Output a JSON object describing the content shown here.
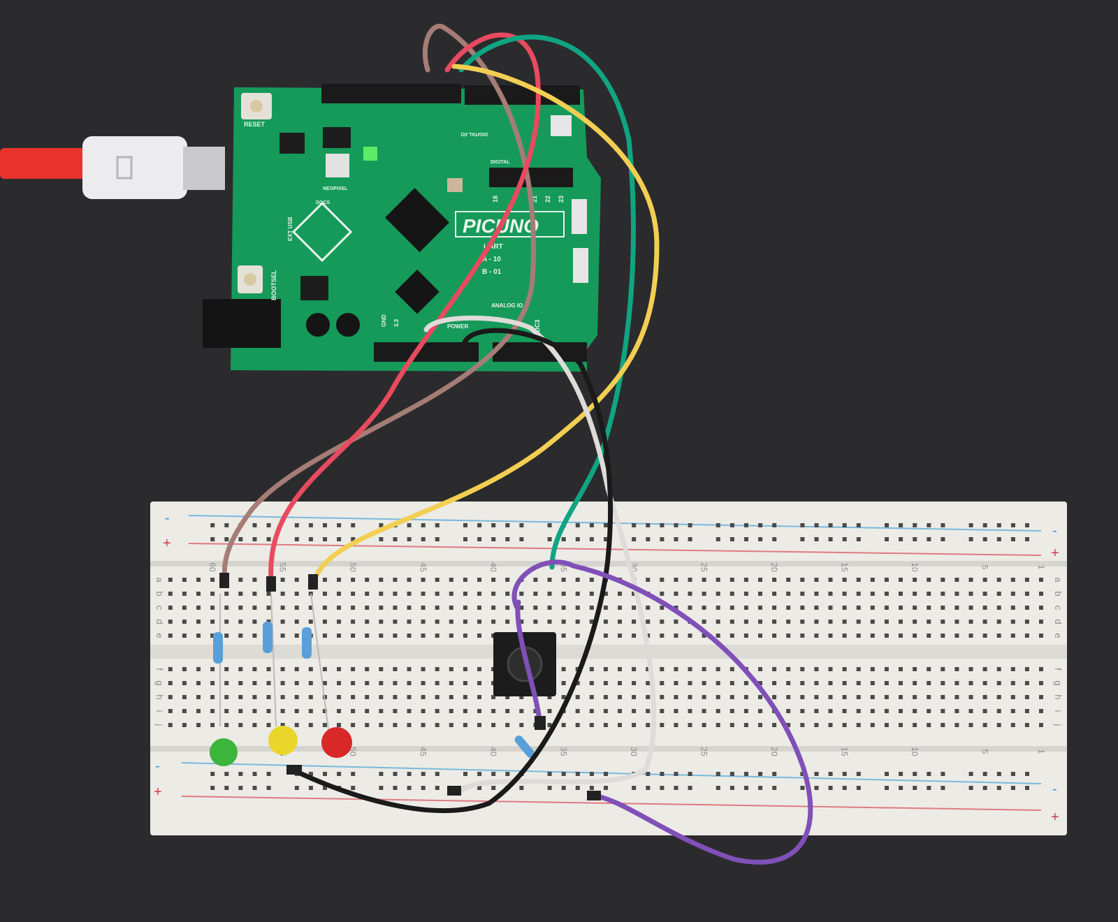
{
  "board": {
    "name": "PICUNO",
    "labels": {
      "reset": "RESET",
      "bootsel": "BOOTSEL",
      "neopixel": "NEOPIXEL",
      "digital_io": "DIGITAL I/O",
      "digital": "DIGITAL",
      "analog_io": "ANALOG IO",
      "power": "POWER",
      "gnd": "GND",
      "v33": "3.3",
      "adc3": "ADC3",
      "ext_usb": "EXT USB",
      "uart": "UART",
      "uart_a": "A - 10",
      "uart_b": "B - 01",
      "docs": "DOCS"
    },
    "pin_numbers": [
      "18",
      "21",
      "22",
      "23"
    ]
  },
  "breadboard": {
    "column_numbers": [
      "60",
      "55",
      "50",
      "45",
      "40",
      "35",
      "30",
      "25",
      "20",
      "15",
      "10",
      "5",
      "1"
    ],
    "rows_top": [
      "a",
      "b",
      "c",
      "d",
      "e"
    ],
    "rows_bottom": [
      "f",
      "g",
      "h",
      "i",
      "j"
    ],
    "rail_minus": "-",
    "rail_plus": "+"
  },
  "colors": {
    "background": "#2a2a2c",
    "pcb": "#159a5a",
    "breadboard": "#ecebe6",
    "wire_brown": "#a57d76",
    "wire_red": "#e84a60",
    "wire_green": "#10a582",
    "wire_yellow": "#f2cf52",
    "wire_white": "#dedbd8",
    "wire_black": "#1a1a1a",
    "wire_purple": "#8050b8"
  }
}
